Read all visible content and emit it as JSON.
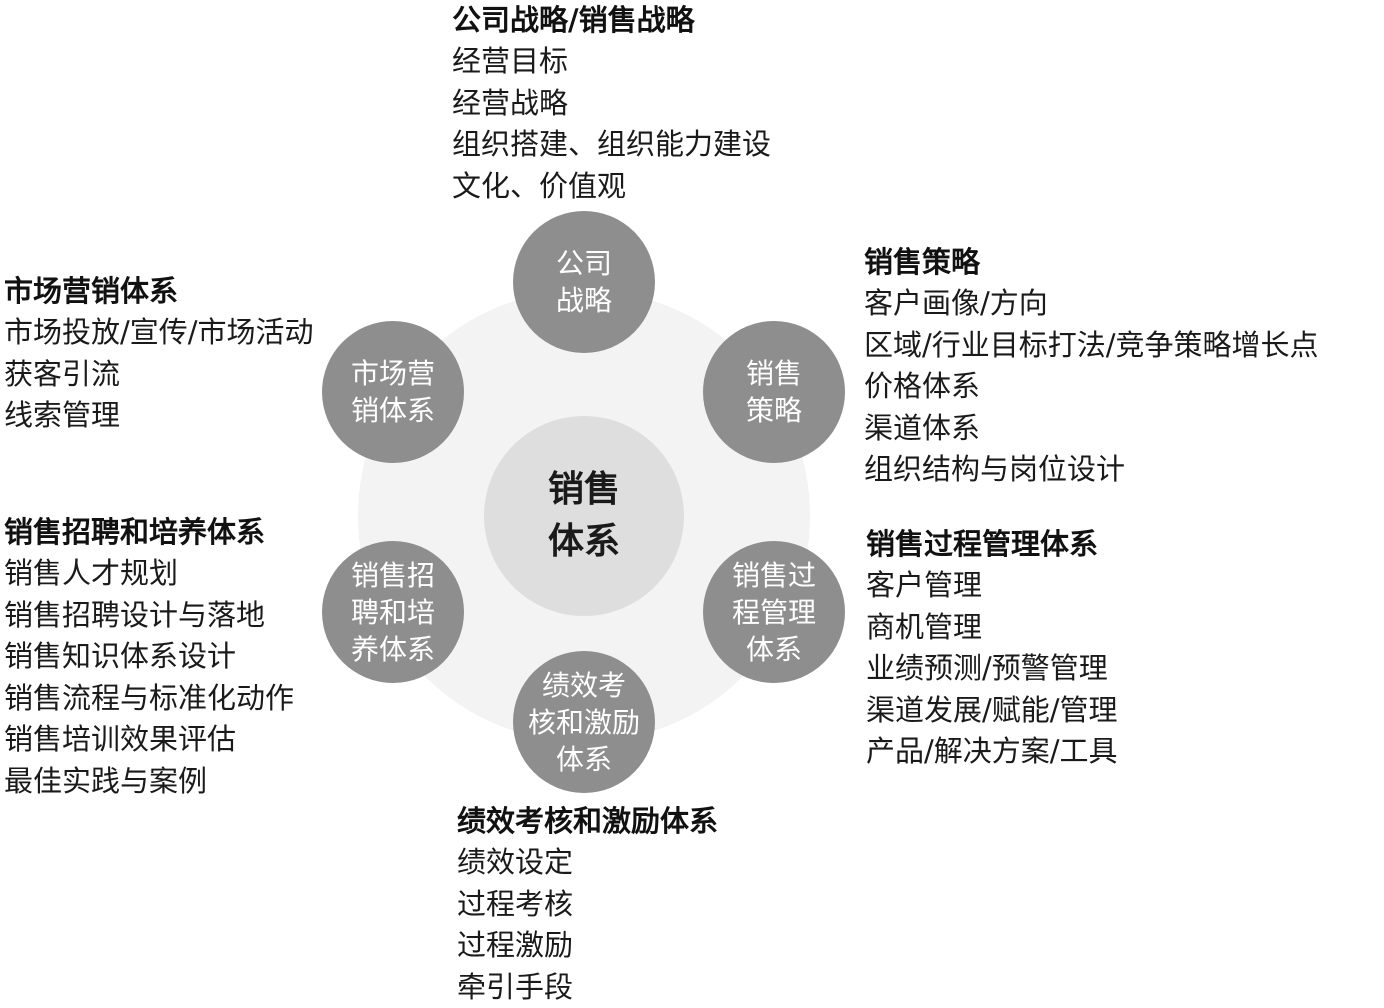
{
  "center": {
    "label": "销售体系"
  },
  "nodes": {
    "strategy": {
      "label": "公司\n战略"
    },
    "sales_policy": {
      "label": "销售\n策略"
    },
    "process": {
      "label": "销售过\n程管理\n体系"
    },
    "performance": {
      "label": "绩效考\n核和激励\n体系"
    },
    "recruit": {
      "label": "销售招\n聘和培\n养体系"
    },
    "marketing": {
      "label": "市场营\n销体系"
    }
  },
  "blocks": {
    "strategy": {
      "title": "公司战略/销售战略",
      "items": [
        "经营目标",
        "经营战略",
        "组织搭建、组织能力建设",
        "文化、价值观"
      ]
    },
    "sales_policy": {
      "title": "销售策略",
      "items": [
        "客户画像/方向",
        "区域/行业目标打法/竞争策略增长点",
        "价格体系",
        "渠道体系",
        "组织结构与岗位设计"
      ]
    },
    "process": {
      "title": "销售过程管理体系",
      "items": [
        "客户管理",
        "商机管理",
        "业绩预测/预警管理",
        "渠道发展/赋能/管理",
        "产品/解决方案/工具"
      ]
    },
    "performance": {
      "title": "绩效考核和激励体系",
      "items": [
        "绩效设定",
        "过程考核",
        "过程激励",
        "牵引手段"
      ]
    },
    "recruit": {
      "title": "销售招聘和培养体系",
      "items": [
        "销售人才规划",
        "销售招聘设计与落地",
        "销售知识体系设计",
        "销售流程与标准化动作",
        "销售培训效果评估",
        "最佳实践与案例"
      ]
    },
    "marketing": {
      "title": "市场营销体系",
      "items": [
        "市场投放/宣传/市场活动",
        "获客引流",
        "线索管理"
      ]
    }
  }
}
